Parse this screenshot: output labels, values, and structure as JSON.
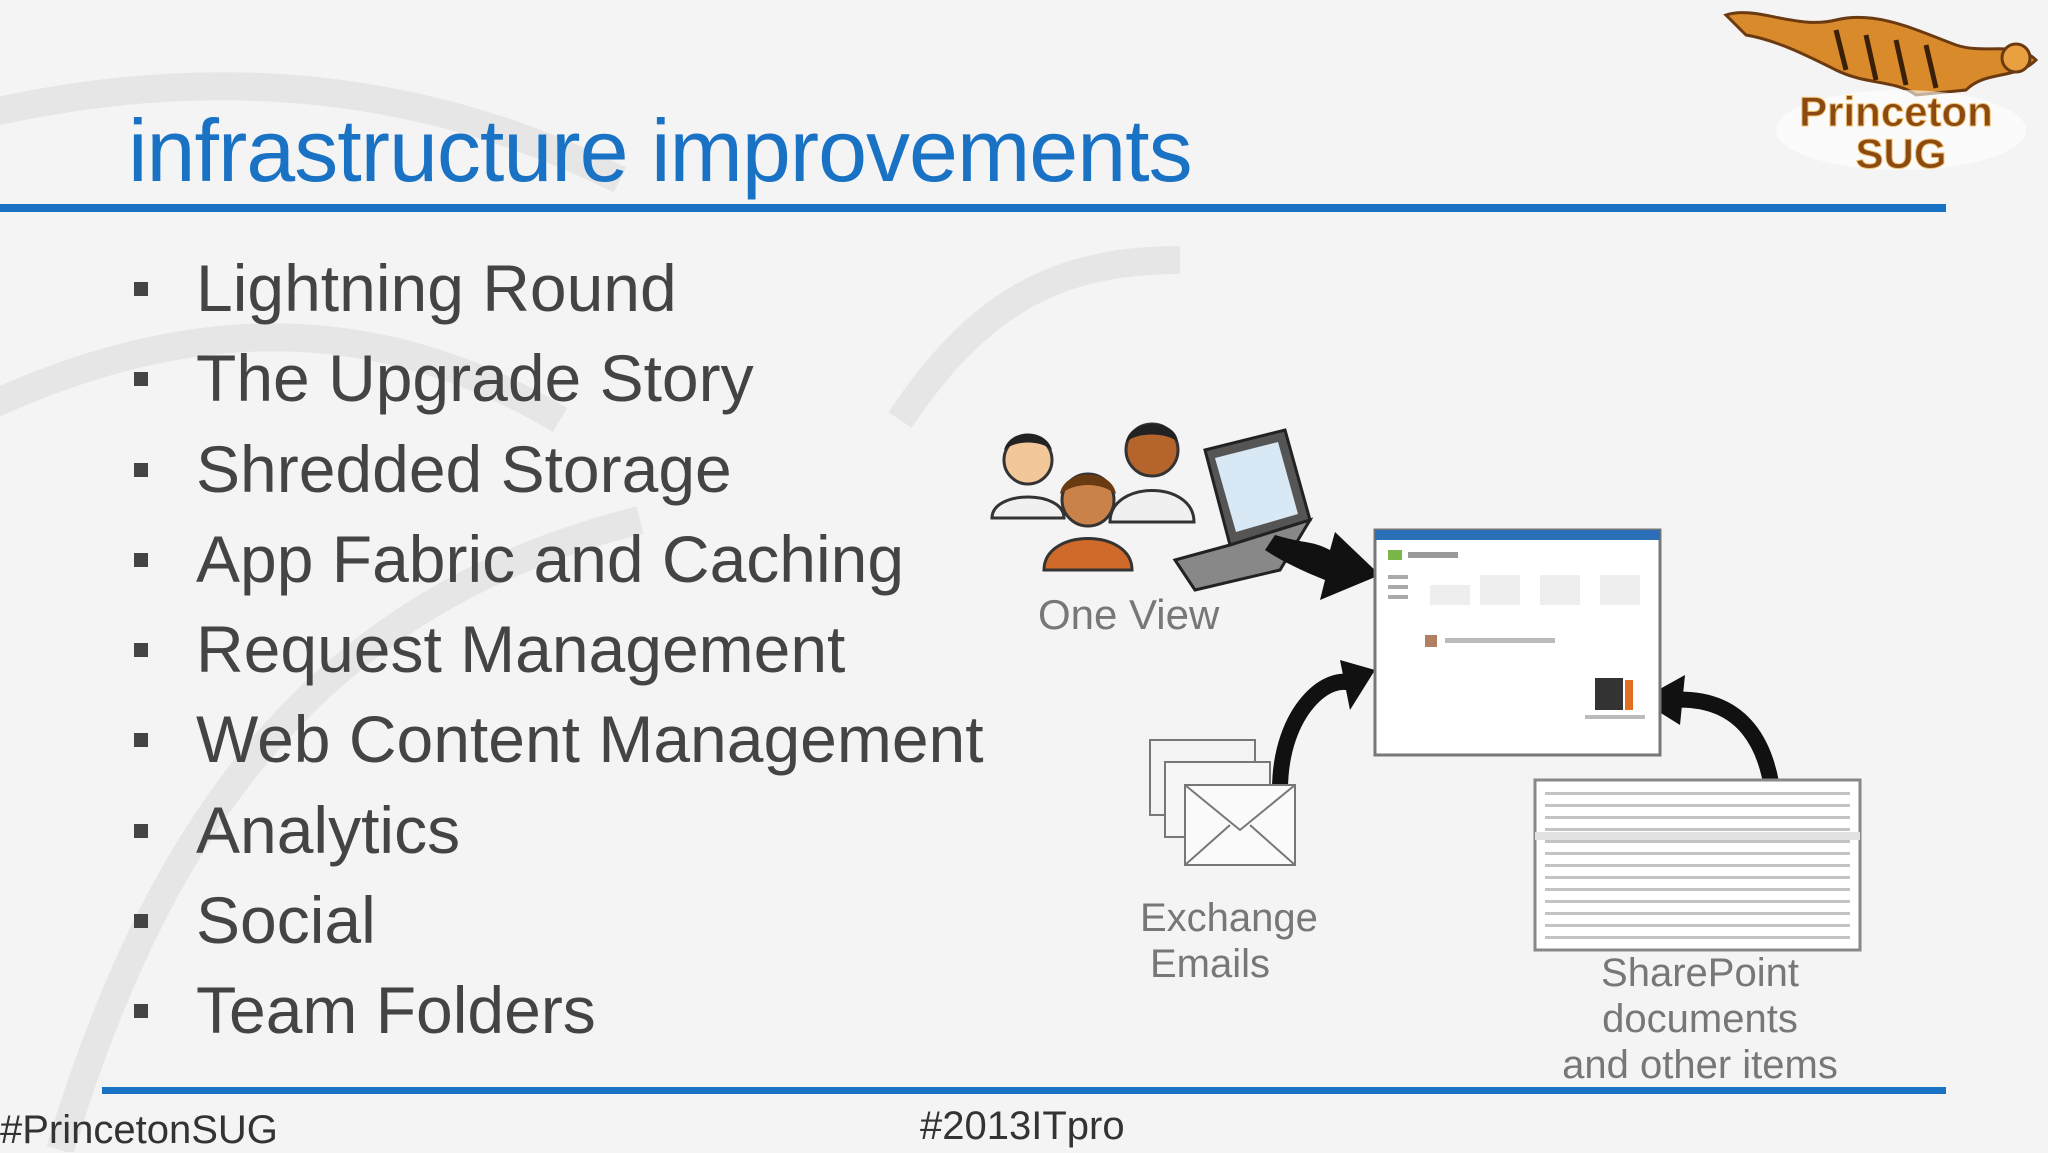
{
  "slide": {
    "title": "infrastructure improvements",
    "bullets": [
      "Lightning Round",
      "The Upgrade Story",
      "Shredded Storage",
      "App Fabric and Caching",
      "Request Management",
      "Web Content Management",
      "Analytics",
      "Social",
      "Team Folders"
    ],
    "logo": {
      "line1": "Princeton",
      "line2": "SUG"
    },
    "diagram": {
      "one_view": "One View",
      "exchange_line1": "Exchange",
      "exchange_line2": "Emails",
      "sp_line1": "SharePoint",
      "sp_line2": "documents",
      "sp_line3": "and other items"
    },
    "footer": {
      "left": "#PrincetonSUG",
      "center": "#2013ITpro"
    }
  },
  "colors": {
    "accent": "#1a72c4",
    "text": "#444444"
  }
}
